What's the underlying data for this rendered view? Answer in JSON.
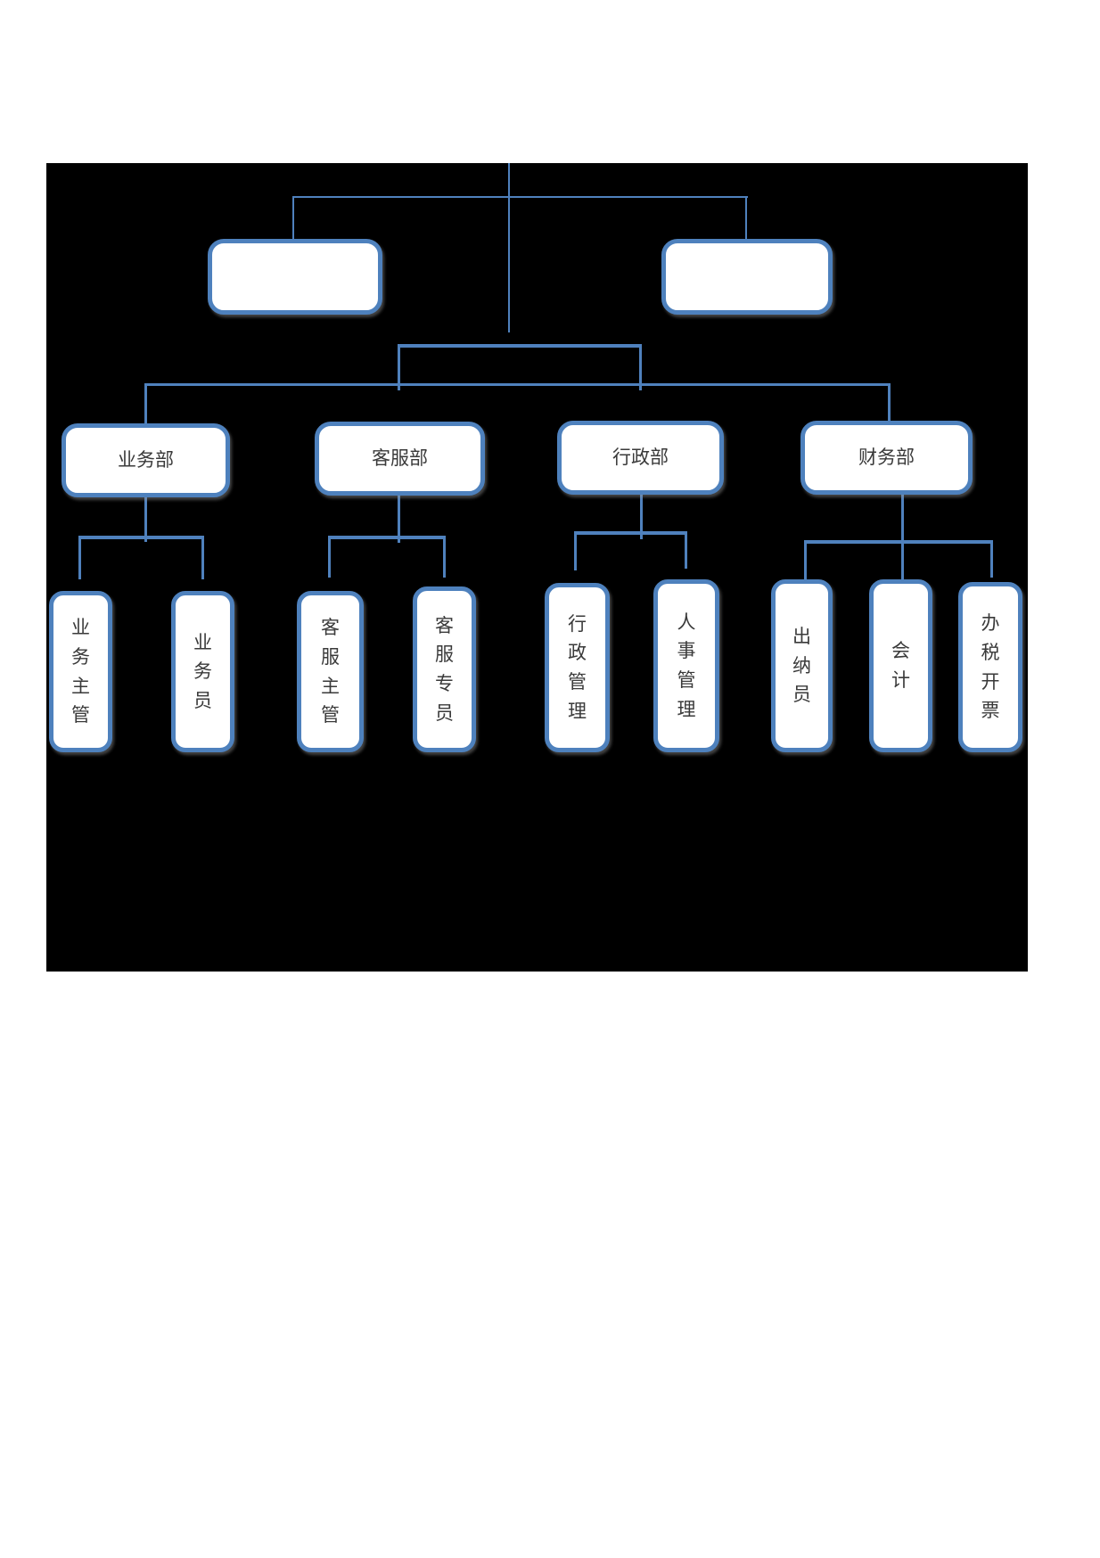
{
  "diagram": {
    "type": "org-chart",
    "canvas_background": "#000000",
    "line_color": "#4f81bd",
    "box_border_color": "#4e81bd",
    "box_fill_color": "#ffffff",
    "text_color": "#3a3a3a",
    "level2_boxes": [
      {
        "label": ""
      },
      {
        "label": ""
      }
    ],
    "departments": [
      {
        "label": "业务部",
        "children": [
          "业务主管",
          "业务员"
        ]
      },
      {
        "label": "客服部",
        "children": [
          "客服主管",
          "客服专员"
        ]
      },
      {
        "label": "行政部",
        "children": [
          "行政管理",
          "人事管理"
        ]
      },
      {
        "label": "财务部",
        "children": [
          "出纳员",
          "会计",
          "办税开票"
        ]
      }
    ]
  }
}
